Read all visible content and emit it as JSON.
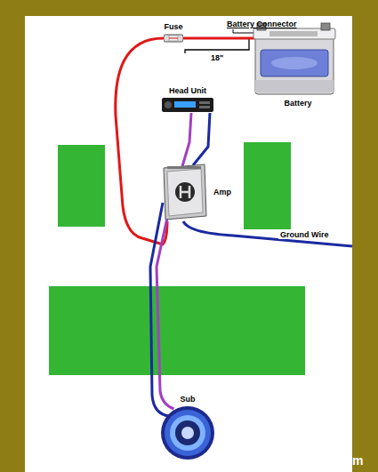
{
  "diagram": {
    "nodes": [
      {
        "text": [
          "Fuse"
        ]
      },
      {
        "text": [
          "Battery"
        ]
      },
      {
        "text": [
          "Head Unit"
        ]
      },
      {
        "text": [
          "Amp"
        ]
      },
      {
        "text": [
          "Sub"
        ]
      }
    ],
    "edges": [
      {
        "from": 0,
        "to": 1,
        "arrow": "none"
      },
      {
        "from": 0,
        "to": 3,
        "arrow": "none"
      },
      {
        "from": 2,
        "to": 3,
        "arrow": "none"
      },
      {
        "from": 3,
        "to": 4,
        "arrow": "none"
      }
    ],
    "labels": [
      "Battery Connector",
      "18\"",
      "Ground Wire",
      "m"
    ]
  }
}
